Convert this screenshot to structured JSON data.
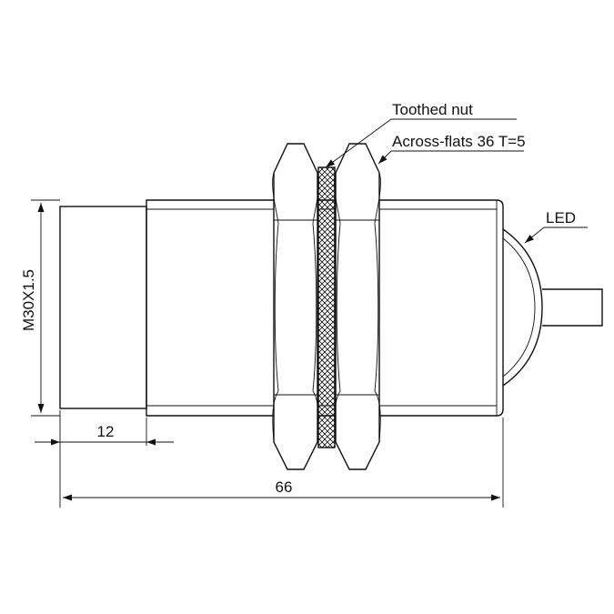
{
  "labels": {
    "toothed_nut": "Toothed nut",
    "across_flats": "Across-flats 36 T=5",
    "led": "LED",
    "thread": "M30X1.5"
  },
  "dimensions": {
    "front_length": "12",
    "total_length": "66"
  }
}
